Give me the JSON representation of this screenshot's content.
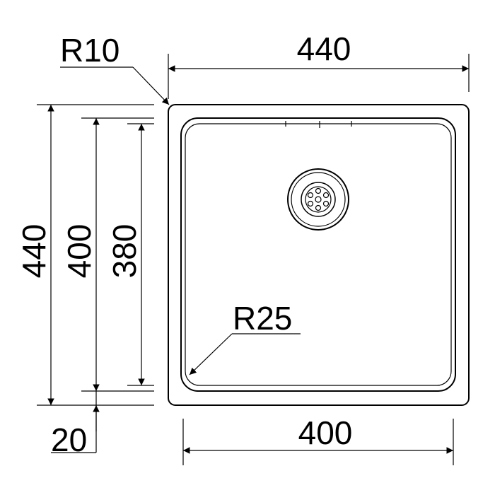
{
  "drawing": {
    "labels": {
      "corner_radius_outer": "R10",
      "corner_radius_inner": "R25",
      "top_width": "440",
      "bottom_width": "400",
      "left_height_outer": "440",
      "left_height_mid": "400",
      "left_height_inner": "380",
      "bottom_offset": "20"
    }
  }
}
